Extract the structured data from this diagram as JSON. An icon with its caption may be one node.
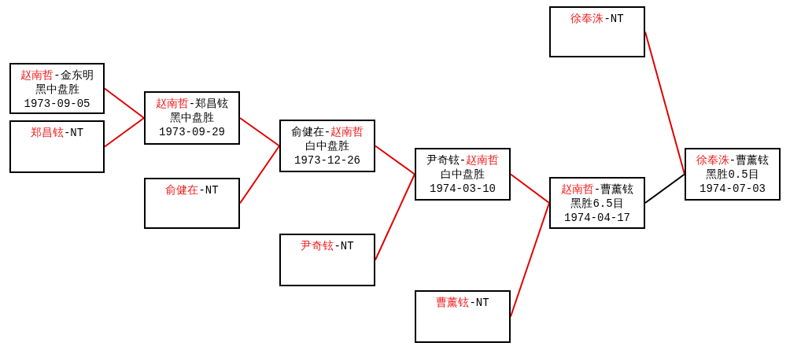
{
  "diagram": {
    "nodes": [
      {
        "text": [
          "**赵南哲**-金东明",
          "黑中盘胜",
          "1973-09-05"
        ]
      },
      {
        "text": [
          "**郑昌铉**-NT"
        ]
      },
      {
        "text": [
          "**赵南哲**-郑昌铉",
          "黑中盘胜",
          "1973-09-29"
        ]
      },
      {
        "text": [
          "**俞健在**-NT"
        ]
      },
      {
        "text": [
          "俞健在-**赵南哲**",
          "白中盘胜",
          "1973-12-26"
        ]
      },
      {
        "text": [
          "**尹奇铉**-NT"
        ]
      },
      {
        "text": [
          "尹奇铉-**赵南哲**",
          "白中盘胜",
          "1974-03-10"
        ]
      },
      {
        "text": [
          "**赵南哲**-曹薰铉",
          "黑胜6.5目",
          "1974-04-17"
        ]
      },
      {
        "text": [
          "**曹薰铉**-NT"
        ]
      },
      {
        "text": [
          "**徐奉洙**-NT"
        ]
      },
      {
        "text": [
          "**徐奉洙**-曹薰铉",
          "黑胜0.5目",
          "1974-07-03"
        ]
      }
    ],
    "edges": [
      {
        "from": 0,
        "to": 2,
        "arrow": "none"
      },
      {
        "from": 1,
        "to": 2,
        "arrow": "none"
      },
      {
        "from": 2,
        "to": 4,
        "arrow": "none"
      },
      {
        "from": 3,
        "to": 4,
        "arrow": "none"
      },
      {
        "from": 4,
        "to": 6,
        "arrow": "none"
      },
      {
        "from": 5,
        "to": 6,
        "arrow": "none"
      },
      {
        "from": 6,
        "to": 7,
        "arrow": "none"
      },
      {
        "from": 8,
        "to": 7,
        "arrow": "none"
      },
      {
        "from": 7,
        "to": 10,
        "arrow": "none",
        "color": "#000000"
      },
      {
        "from": 9,
        "to": 10,
        "arrow": "none"
      }
    ]
  }
}
